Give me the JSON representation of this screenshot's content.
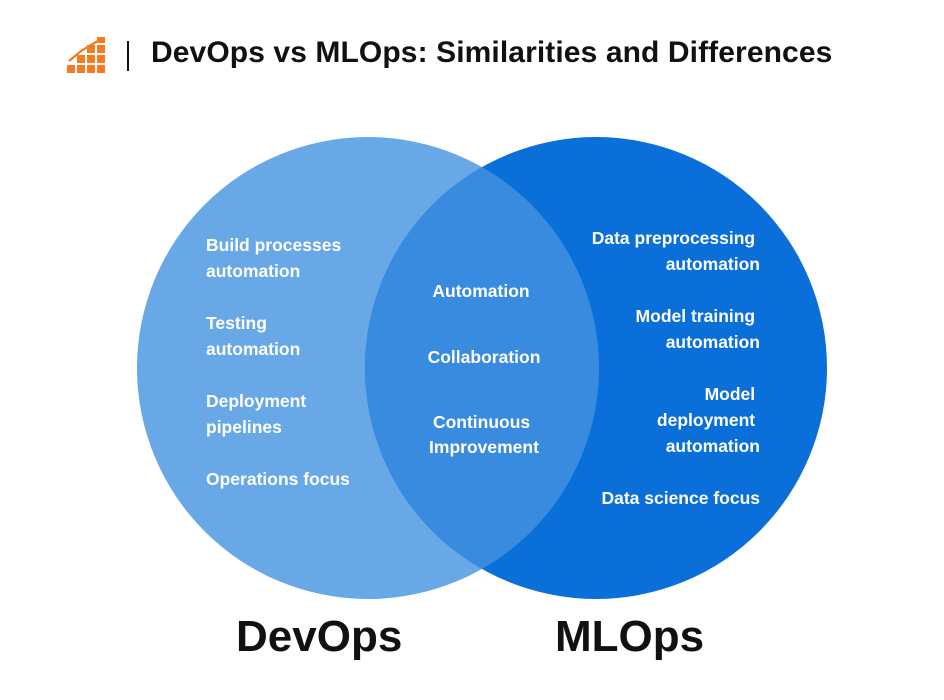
{
  "header": {
    "title": "DevOps vs MLOps: Similarities and Differences",
    "logo_icon": "bar-chart-steps-icon",
    "logo_color": "#F47B20"
  },
  "venn": {
    "left_set": {
      "label": "DevOps",
      "color": "#68A8E6",
      "items": [
        [
          "Build processes",
          "automation"
        ],
        [
          "Testing",
          "automation"
        ],
        [
          "Deployment",
          "pipelines"
        ],
        [
          "Operations focus"
        ]
      ]
    },
    "right_set": {
      "label": "MLOps",
      "color": "#0A6FD8",
      "items": [
        [
          "Data preprocessing",
          "automation"
        ],
        [
          "Model training",
          "automation"
        ],
        [
          "Model",
          "deployment",
          "automation"
        ],
        [
          "Data science focus"
        ]
      ]
    },
    "overlap": {
      "color": "#388BDF",
      "items": [
        [
          "Automation"
        ],
        [
          "Collaboration"
        ],
        [
          "Continuous",
          "Improvement"
        ]
      ]
    }
  }
}
